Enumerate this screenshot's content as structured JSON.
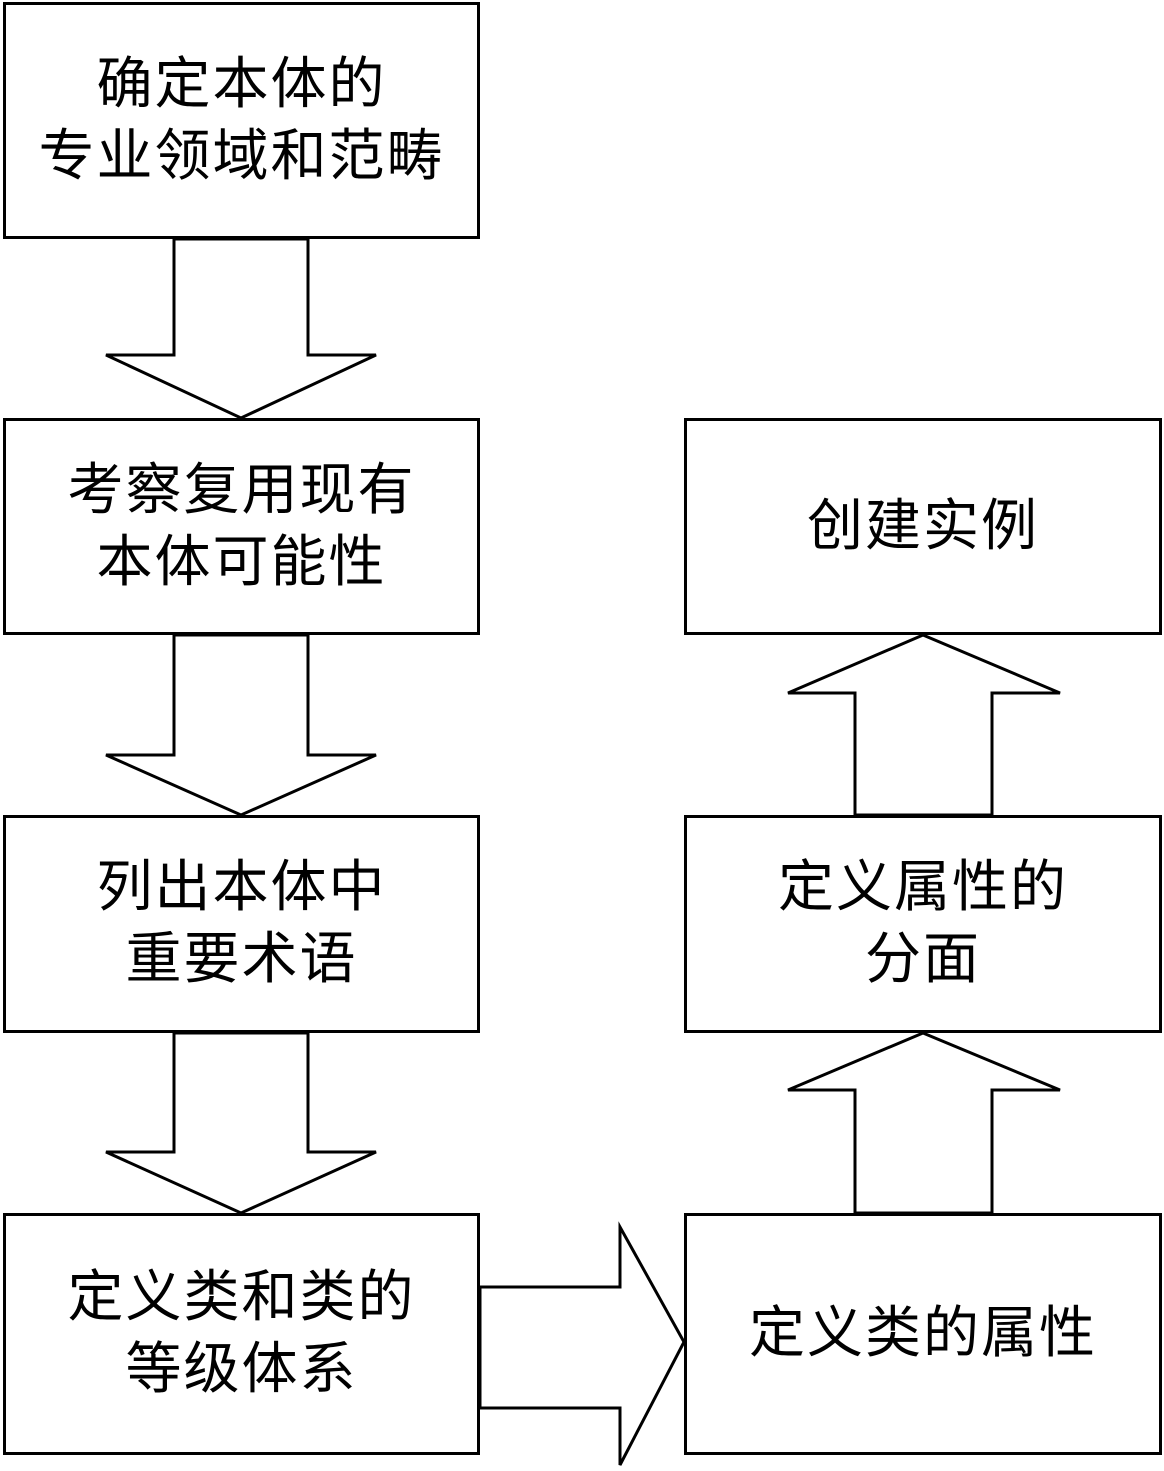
{
  "diagram": {
    "steps": [
      {
        "id": "step-domain-scope",
        "lines": [
          "确定本体的",
          "专业领域和范畴"
        ]
      },
      {
        "id": "step-reuse",
        "lines": [
          "考察复用现有",
          "本体可能性"
        ]
      },
      {
        "id": "step-terms",
        "lines": [
          "列出本体中",
          "重要术语"
        ]
      },
      {
        "id": "step-class-hierarchy",
        "lines": [
          "定义类和类的",
          "等级体系"
        ]
      },
      {
        "id": "step-class-properties",
        "lines": [
          "定义类的属性"
        ]
      },
      {
        "id": "step-property-facets",
        "lines": [
          "定义属性的",
          "分面"
        ]
      },
      {
        "id": "step-instances",
        "lines": [
          "创建实例"
        ]
      }
    ],
    "arrows": [
      {
        "from": "step-domain-scope",
        "to": "step-reuse"
      },
      {
        "from": "step-reuse",
        "to": "step-terms"
      },
      {
        "from": "step-terms",
        "to": "step-class-hierarchy"
      },
      {
        "from": "step-class-hierarchy",
        "to": "step-class-properties"
      },
      {
        "from": "step-class-properties",
        "to": "step-property-facets"
      },
      {
        "from": "step-property-facets",
        "to": "step-instances"
      }
    ],
    "colors": {
      "stroke": "#000000",
      "fill": "#ffffff",
      "text": "#000000"
    }
  }
}
